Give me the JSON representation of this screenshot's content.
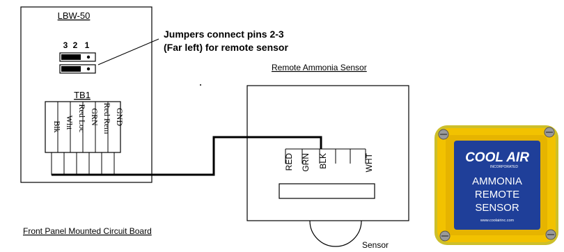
{
  "board": {
    "title": "LBW-50",
    "jumper_numbers": [
      "3",
      "2",
      "1"
    ],
    "note_line1": "Jumpers connect pins 2-3",
    "note_line2": "(Far left) for remote sensor",
    "terminal_title": "TB1",
    "terminals": [
      "Blk",
      "Wht",
      "Red Loc",
      "GRN",
      "Red Rem",
      "GND"
    ],
    "caption": "Front Panel Mounted Circuit Board"
  },
  "remote": {
    "title": "Remote Ammonia Sensor",
    "wires": [
      "RED",
      "GRN",
      "BLK",
      "WHT"
    ],
    "sensor_label": "Sensor"
  },
  "product": {
    "brand": "COOL AIR",
    "brand_sub": "INCORPORATED",
    "line1": "AMMONIA",
    "line2": "REMOTE",
    "line3": "SENSOR",
    "website": "www.coolairinc.com",
    "colors": {
      "face": "#1f3f99",
      "frame": "#f2c200",
      "text": "#ffffff"
    }
  }
}
